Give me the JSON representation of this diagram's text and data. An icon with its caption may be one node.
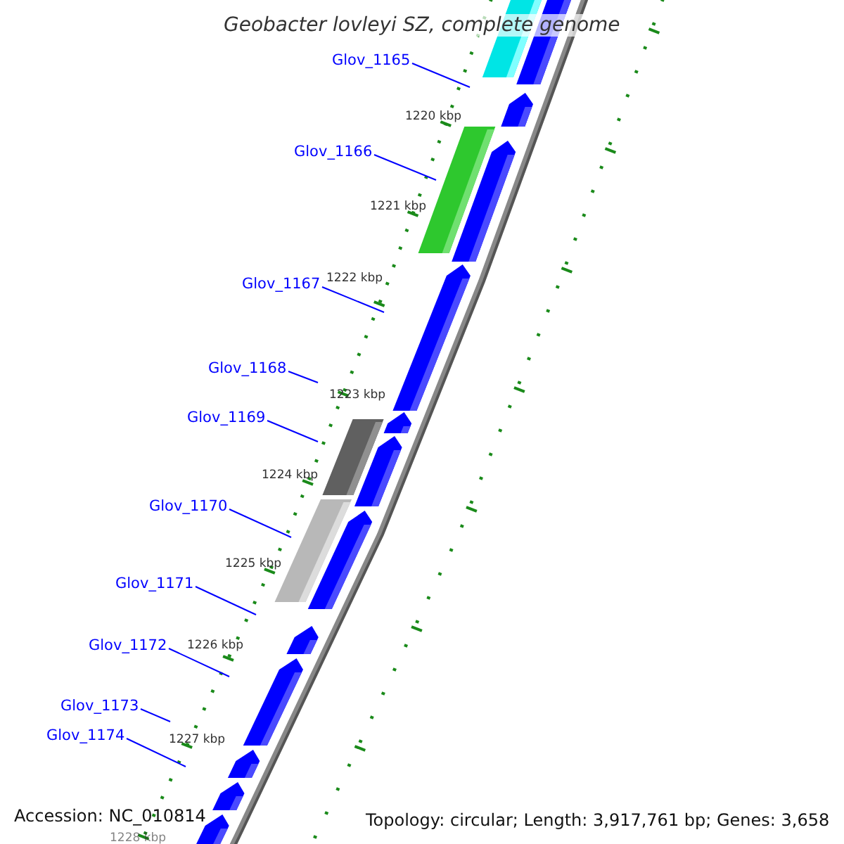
{
  "diagram": {
    "title": "Geobacter lovleyi SZ, complete genome",
    "nodes": [
      {
        "text": [
          "Glov_1165"
        ]
      },
      {
        "text": [
          "Glov_1166"
        ]
      },
      {
        "text": [
          "Glov_1167"
        ]
      },
      {
        "text": [
          "Glov_1168"
        ]
      },
      {
        "text": [
          "Glov_1169"
        ]
      },
      {
        "text": [
          "Glov_1170"
        ]
      },
      {
        "text": [
          "Glov_1171"
        ]
      },
      {
        "text": [
          "Glov_1172"
        ]
      },
      {
        "text": [
          "Glov_1173"
        ]
      },
      {
        "text": [
          "Glov_1174"
        ]
      }
    ],
    "edges": [
      {
        "from": 0,
        "to": null,
        "arrow": "none"
      },
      {
        "from": 1,
        "to": null,
        "arrow": "none"
      },
      {
        "from": 2,
        "to": null,
        "arrow": "none"
      },
      {
        "from": 3,
        "to": null,
        "arrow": "none"
      },
      {
        "from": 4,
        "to": null,
        "arrow": "none"
      },
      {
        "from": 5,
        "to": null,
        "arrow": "none"
      },
      {
        "from": 6,
        "to": null,
        "arrow": "none"
      },
      {
        "from": 7,
        "to": null,
        "arrow": "none"
      },
      {
        "from": 8,
        "to": null,
        "arrow": "none"
      },
      {
        "from": 9,
        "to": null,
        "arrow": "none"
      }
    ],
    "labels": [
      "1220 kbp",
      "1221 kbp",
      "1222 kbp",
      "1223 kbp",
      "1224 kbp",
      "1225 kbp",
      "1226 kbp",
      "1227 kbp",
      "1228 kbp",
      "Accession: NC_010814",
      "Topology: circular; Length: 3,917,761 bp; Genes: 3,658"
    ]
  }
}
